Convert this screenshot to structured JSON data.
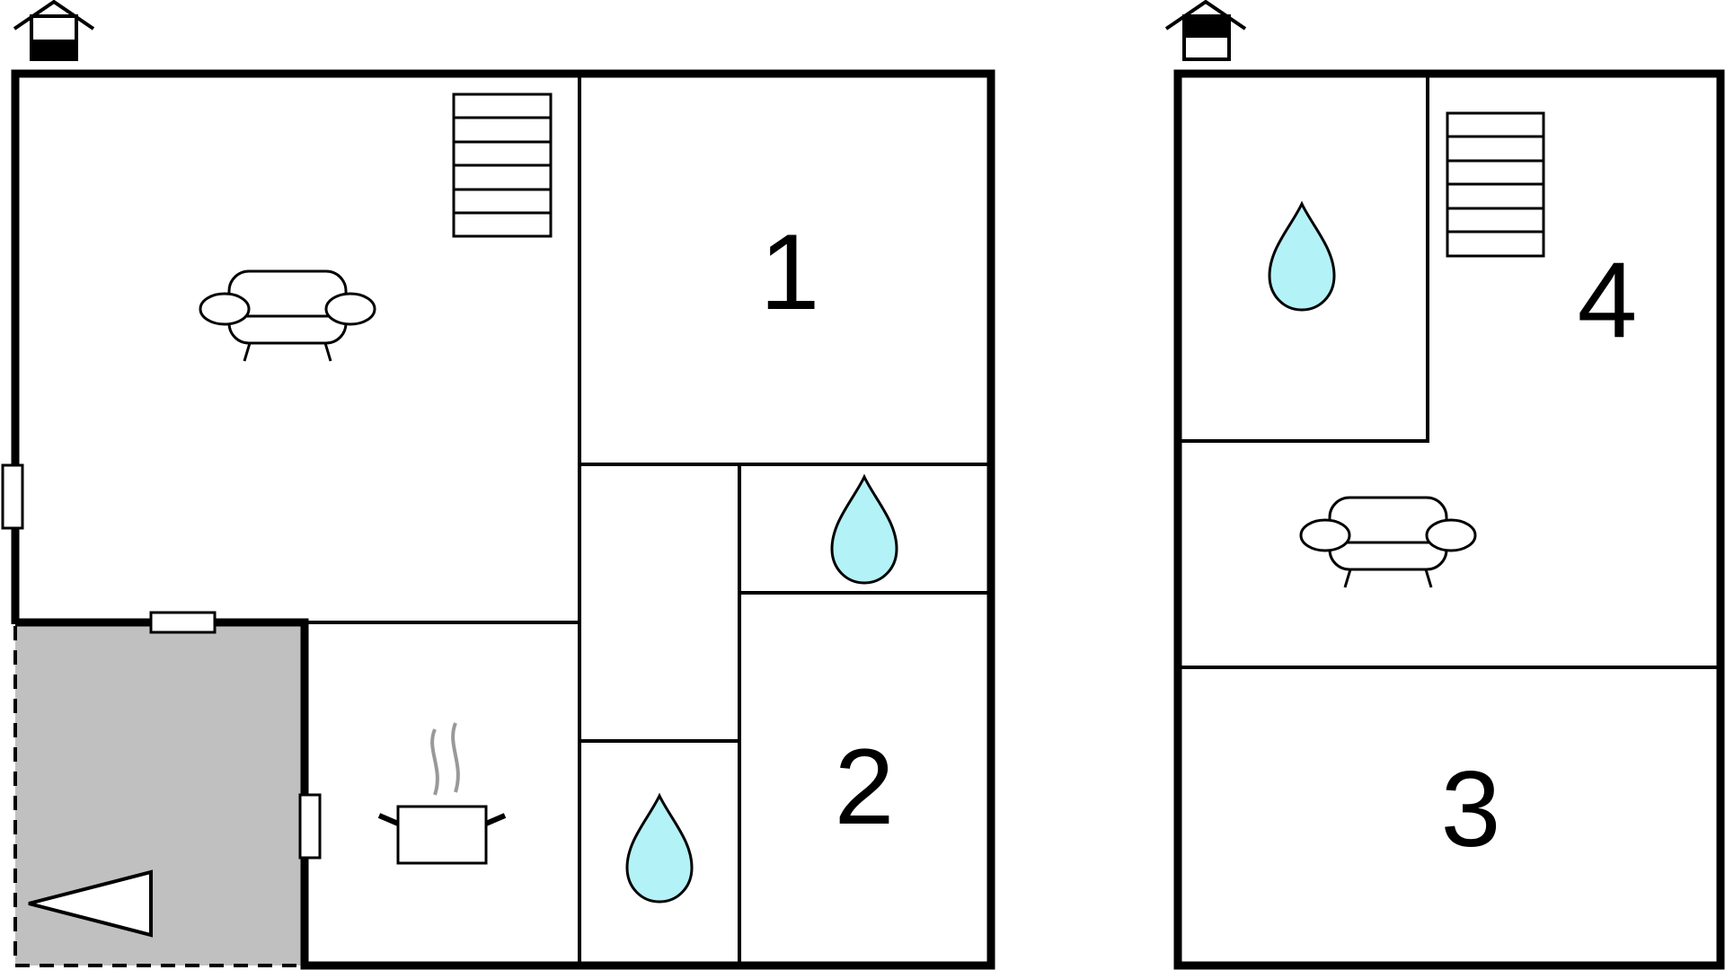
{
  "floor_plan": {
    "ground_floor": {
      "level_icon": "house-level-ground-icon",
      "rooms": [
        {
          "id": "living-room",
          "icon": "sofa-icon"
        },
        {
          "id": "bedroom-1",
          "label": "1"
        },
        {
          "id": "bedroom-2",
          "label": "2"
        },
        {
          "id": "kitchen",
          "icon": "cooking-pot-icon"
        },
        {
          "id": "bathroom-upper",
          "icon": "water-drop-icon"
        },
        {
          "id": "bathroom-lower",
          "icon": "water-drop-icon"
        },
        {
          "id": "hallway"
        },
        {
          "id": "terrace",
          "icon": "entrance-arrow-icon"
        }
      ],
      "stairs": "stairs-icon"
    },
    "upper_floor": {
      "level_icon": "house-level-upper-icon",
      "rooms": [
        {
          "id": "bathroom",
          "icon": "water-drop-icon"
        },
        {
          "id": "bedroom-4",
          "label": "4"
        },
        {
          "id": "living-area",
          "icon": "sofa-icon"
        },
        {
          "id": "bedroom-3",
          "label": "3"
        }
      ],
      "stairs": "stairs-icon"
    },
    "colors": {
      "wall": "#000000",
      "water": "#b3f2f7",
      "terrace": "#c0c0c0",
      "steam": "#999999"
    }
  }
}
